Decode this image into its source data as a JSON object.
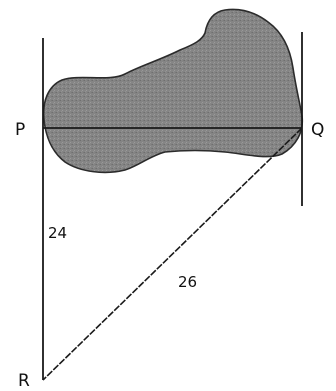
{
  "points": {
    "p": "P",
    "q": "Q",
    "r": "R"
  },
  "lengths": {
    "pr": "24",
    "qr": "26"
  },
  "colors": {
    "ink": "#1a1a1a",
    "blob_fill": "#858585",
    "blob_stroke": "#2b2b2b",
    "background": "#ffffff"
  }
}
